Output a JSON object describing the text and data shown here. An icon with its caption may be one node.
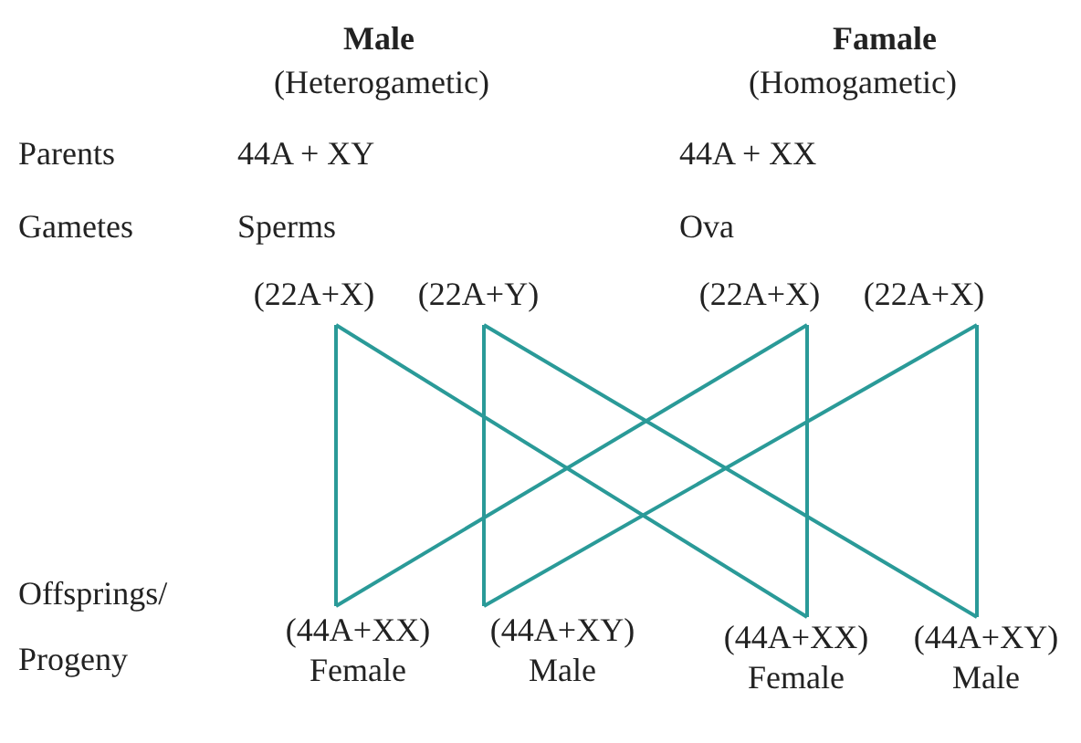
{
  "diagram": {
    "nodes": [
      {
        "text": [
          "(22A+X)"
        ]
      },
      {
        "text": [
          "(22A+Y)"
        ]
      },
      {
        "text": [
          "(22A+X)"
        ]
      },
      {
        "text": [
          "(22A+X)"
        ]
      },
      {
        "text": [
          "(44A+XX)",
          "Female"
        ]
      },
      {
        "text": [
          "(44A+XY)",
          "Male"
        ]
      },
      {
        "text": [
          "(44A+XX)",
          "Female"
        ]
      },
      {
        "text": [
          "(44A+XY)",
          "Male"
        ]
      }
    ],
    "edges": [
      {
        "from": 0,
        "to": 4,
        "arrow": "none"
      },
      {
        "from": 0,
        "to": 6,
        "arrow": "none"
      },
      {
        "from": 1,
        "to": 5,
        "arrow": "none"
      },
      {
        "from": 1,
        "to": 7,
        "arrow": "none"
      },
      {
        "from": 2,
        "to": 6,
        "arrow": "none"
      },
      {
        "from": 2,
        "to": 4,
        "arrow": "none"
      },
      {
        "from": 3,
        "to": 7,
        "arrow": "none"
      },
      {
        "from": 3,
        "to": 5,
        "arrow": "none"
      }
    ],
    "labels": [
      "Male",
      "Famale",
      "(Heterogametic)",
      "(Homogametic)",
      "Parents",
      "44A + XY",
      "44A + XX",
      "Gametes",
      "Sperms",
      "Ova",
      "Offsprings/",
      "Progeny"
    ]
  }
}
